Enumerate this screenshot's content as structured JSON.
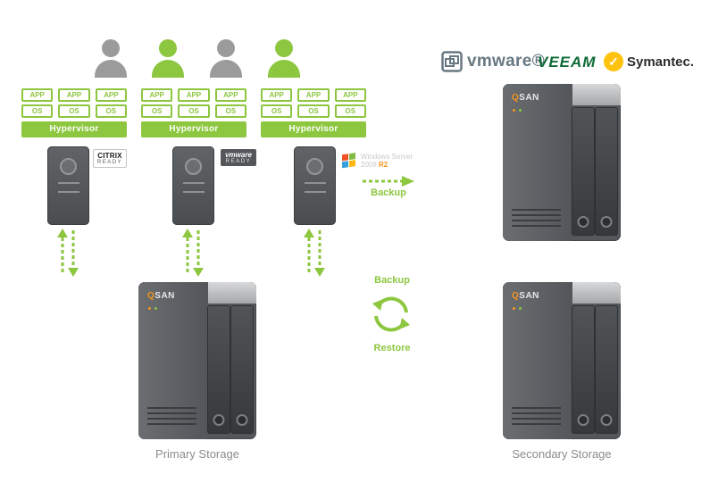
{
  "colors": {
    "green": "#8dc63f",
    "user_gray": "#9b9b9b",
    "server_dark": "#55585b",
    "qsan_orange": "#f7941d",
    "label_gray": "#8a8c8e"
  },
  "users": [
    {
      "color": "gray"
    },
    {
      "color": "green"
    },
    {
      "color": "gray"
    },
    {
      "color": "green"
    }
  ],
  "app_os": {
    "app": "APP",
    "os": "OS"
  },
  "hypervisor": {
    "label": "Hypervisor"
  },
  "badges": {
    "citrix": {
      "line1": "CITRIX",
      "line2": "READY"
    },
    "vmware_ready": {
      "line1": "vmware",
      "line2": "READY"
    },
    "windows": {
      "text": "Windows Server 2008",
      "suffix": "R2"
    }
  },
  "partner_logos": {
    "vmware": "vmware®",
    "veeam": "VEEAM",
    "symantec": "Symantec.",
    "symantec_check": "✓"
  },
  "flows": {
    "backup_top": "Backup",
    "backup_mid": "Backup",
    "restore": "Restore"
  },
  "storage": {
    "logo_q": "Q",
    "logo_san": "SAN",
    "primary_label": "Primary Storage",
    "secondary_label": "Secondary Storage"
  }
}
